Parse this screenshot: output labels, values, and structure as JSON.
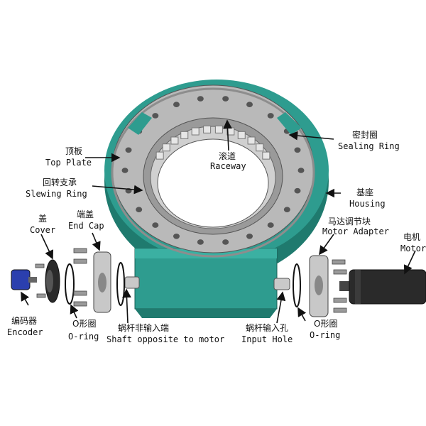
{
  "labels": {
    "top_plate": {
      "cn": "顶板",
      "en": "Top Plate"
    },
    "slewing_ring": {
      "cn": "回转支承",
      "en": "Slewing Ring"
    },
    "raceway": {
      "cn": "滚道",
      "en": "Raceway"
    },
    "sealing_ring": {
      "cn": "密封圈",
      "en": "Sealing Ring"
    },
    "housing": {
      "cn": "基座",
      "en": "Housing"
    },
    "motor_adapter": {
      "cn": "马达调节块",
      "en": "Motor Adapter"
    },
    "motor": {
      "cn": "电机",
      "en": "Motor"
    },
    "cover": {
      "cn": "盖",
      "en": "Cover"
    },
    "end_cap": {
      "cn": "端盖",
      "en": "End Cap"
    },
    "encoder": {
      "cn": "编码器",
      "en": "Encoder"
    },
    "oring_left": {
      "cn": "O形圈",
      "en": "O-ring"
    },
    "shaft_opposite": {
      "cn": "蜗杆非输入端",
      "en": "Shaft opposite to motor"
    },
    "input_hole": {
      "cn": "蜗杆输入孔",
      "en": "Input Hole"
    },
    "oring_right": {
      "cn": "O形圈",
      "en": "O-ring"
    }
  },
  "colors": {
    "housing": "#2e9c8f",
    "housing_dark": "#1f7a6e",
    "plate": "#b9b9b9",
    "plate_dark": "#8d8d8d",
    "motor": "#2a2a2a",
    "encoder": "#2b3fae",
    "line": "#111111"
  }
}
